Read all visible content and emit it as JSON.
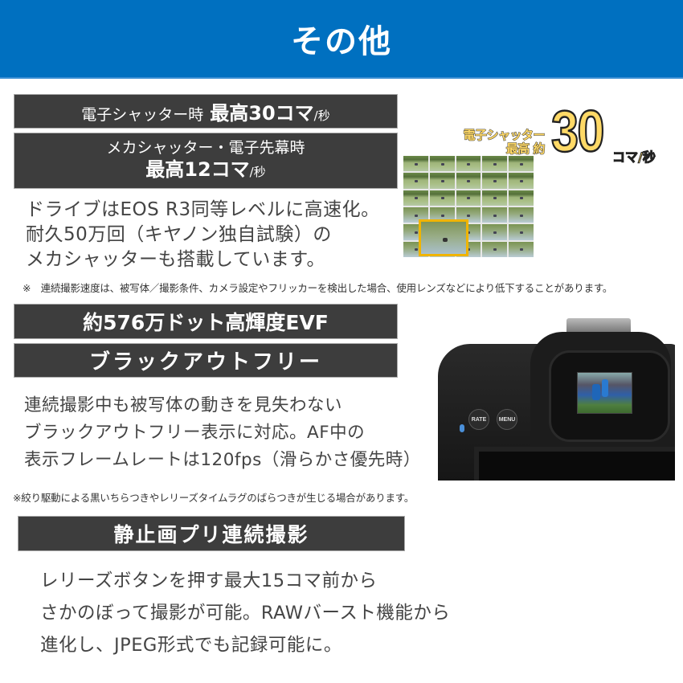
{
  "header": {
    "title": "その他",
    "background": "#0070c0"
  },
  "section1": {
    "bar1": {
      "prefix": "電子シャッター時",
      "highlight": "最高30コマ",
      "unit": "/秒"
    },
    "bar2": {
      "line1": "メカシャッター・電子先幕時",
      "highlight": "最高12コマ",
      "unit": "/秒"
    },
    "body": [
      "ドライブはEOS R3同等レベルに高速化。",
      "耐久50万回（キヤノン独自試験）の",
      "メカシャッターも搭載しています。"
    ],
    "note": "※　連続撮影速度は、被写体／撮影条件、カメラ設定やフリッカーを検出した場合、使用レンズなどにより低下することがあります。",
    "graphic": {
      "label_line1": "電子シャッター",
      "label_line2": "最高 約",
      "big_number": "30",
      "unit": "コマ/秒",
      "highlight_color": "#f0b400",
      "grid_rows": 6,
      "grid_cols": 5
    }
  },
  "section2": {
    "bar1": "約576万ドット高輝度EVF",
    "bar2": "ブラックアウトフリー",
    "body": [
      "連続撮影中も被写体の動きを見失わない",
      "ブラックアウトフリー表示に対応。AF中の",
      "表示フレームレートは120fps（滑らかさ優先時）"
    ],
    "note": "※絞り駆動による黒いちらつきやレリーズタイムラグのばらつきが生じる場合があります。",
    "camera": {
      "button_rate": "RATE",
      "button_menu": "MENU"
    }
  },
  "section3": {
    "bar": "静止画プリ連続撮影",
    "body": [
      "レリーズボタンを押す最大15コマ前から",
      "さかのぼって撮影が可能。RAWバースト機能から",
      "進化し、JPEG形式でも記録可能に。"
    ]
  }
}
